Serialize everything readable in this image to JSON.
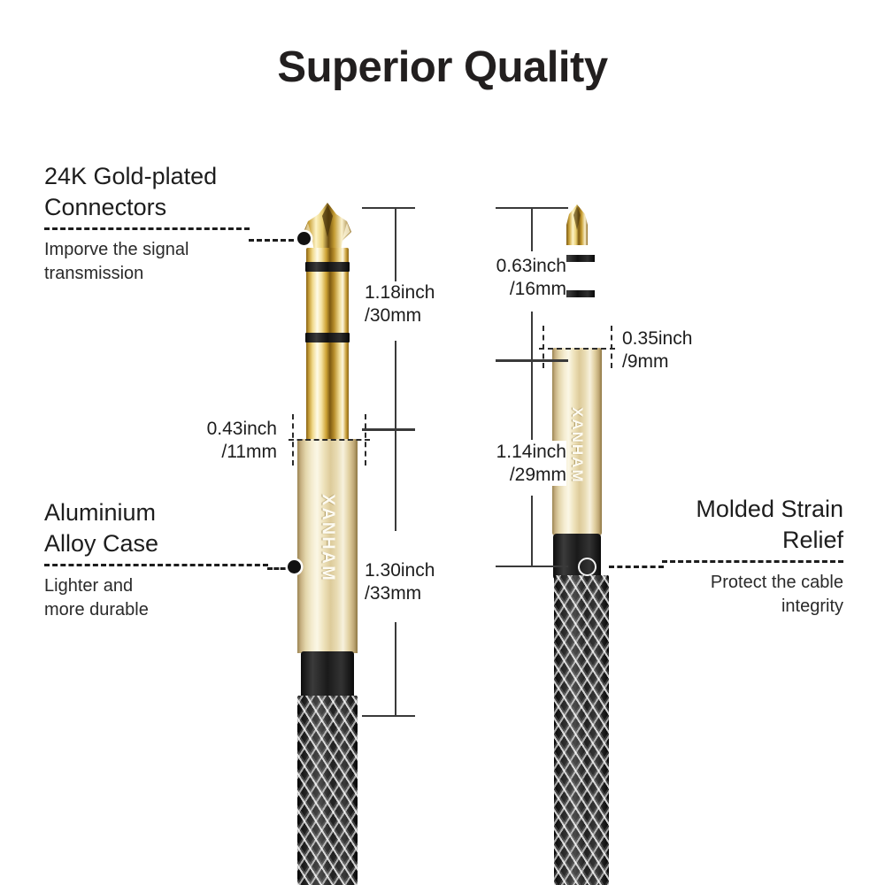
{
  "title": "Superior Quality",
  "brand": "XANHAM",
  "callouts": [
    {
      "id": "gold-plated-connectors",
      "head": "24K Gold-plated\nConnectors",
      "sub": "Imporve the signal\ntransmission"
    },
    {
      "id": "aluminium-alloy-case",
      "head": "Aluminium\nAlloy Case",
      "sub": "Lighter and\nmore durable"
    },
    {
      "id": "molded-strain-relief",
      "head": "Molded Strain\nRelief",
      "sub": "Protect the cable\nintegrity"
    }
  ],
  "dimensions": {
    "left_plug": "1.18inch\n/30mm",
    "left_taper": "0.43inch\n/11mm",
    "left_body": "1.30inch\n/33mm",
    "right_plug": "0.63inch\n/16mm",
    "right_collar": "0.35inch\n/9mm",
    "right_body": "1.14inch\n/29mm"
  },
  "colors": {
    "background": "#ffffff",
    "text": "#1d1d1d",
    "dimension_line": "#3a3a3a",
    "gold_bright": "#fffbe8",
    "gold_mid": "#d9b34a",
    "gold_dark": "#8a6414",
    "case_champagne": "#f4ecd0",
    "black_boot": "#1a1a1a"
  }
}
